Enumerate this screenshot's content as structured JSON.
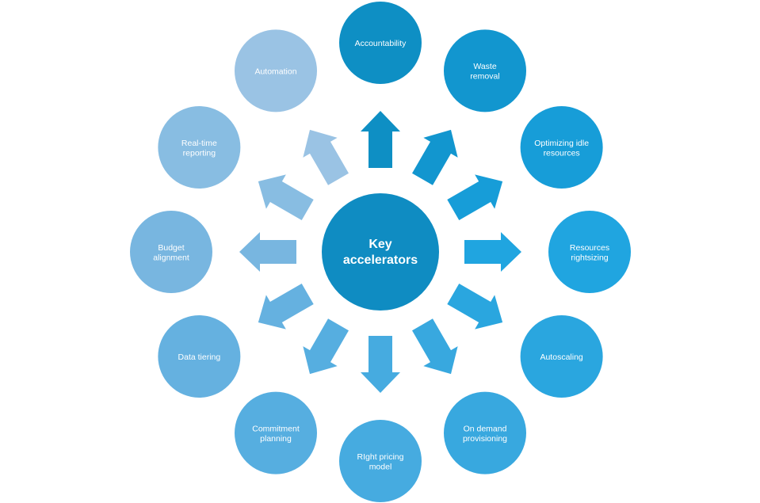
{
  "center": {
    "lines": [
      "Key",
      "accelerators"
    ],
    "color": "#0f8cc2"
  },
  "items": [
    {
      "lines": [
        "Accountability"
      ],
      "color": "#0e8fc4"
    },
    {
      "lines": [
        "Waste",
        "removal"
      ],
      "color": "#1296cf"
    },
    {
      "lines": [
        "Optimizing idle",
        "resources"
      ],
      "color": "#179dd8"
    },
    {
      "lines": [
        "Resources",
        "rightsizing"
      ],
      "color": "#20a5e0"
    },
    {
      "lines": [
        "Autoscaling"
      ],
      "color": "#2aa6df"
    },
    {
      "lines": [
        "On demand",
        "provisioning"
      ],
      "color": "#38a8df"
    },
    {
      "lines": [
        "RIght pricing",
        "model"
      ],
      "color": "#46abe0"
    },
    {
      "lines": [
        "Commitment",
        "planning"
      ],
      "color": "#56aee0"
    },
    {
      "lines": [
        "Data tiering"
      ],
      "color": "#65b1e0"
    },
    {
      "lines": [
        "Budget",
        "alignment"
      ],
      "color": "#78b6e0"
    },
    {
      "lines": [
        "Real-time",
        "reporting"
      ],
      "color": "#88bde2"
    },
    {
      "lines": [
        "Automation"
      ],
      "color": "#9ac3e4"
    }
  ]
}
